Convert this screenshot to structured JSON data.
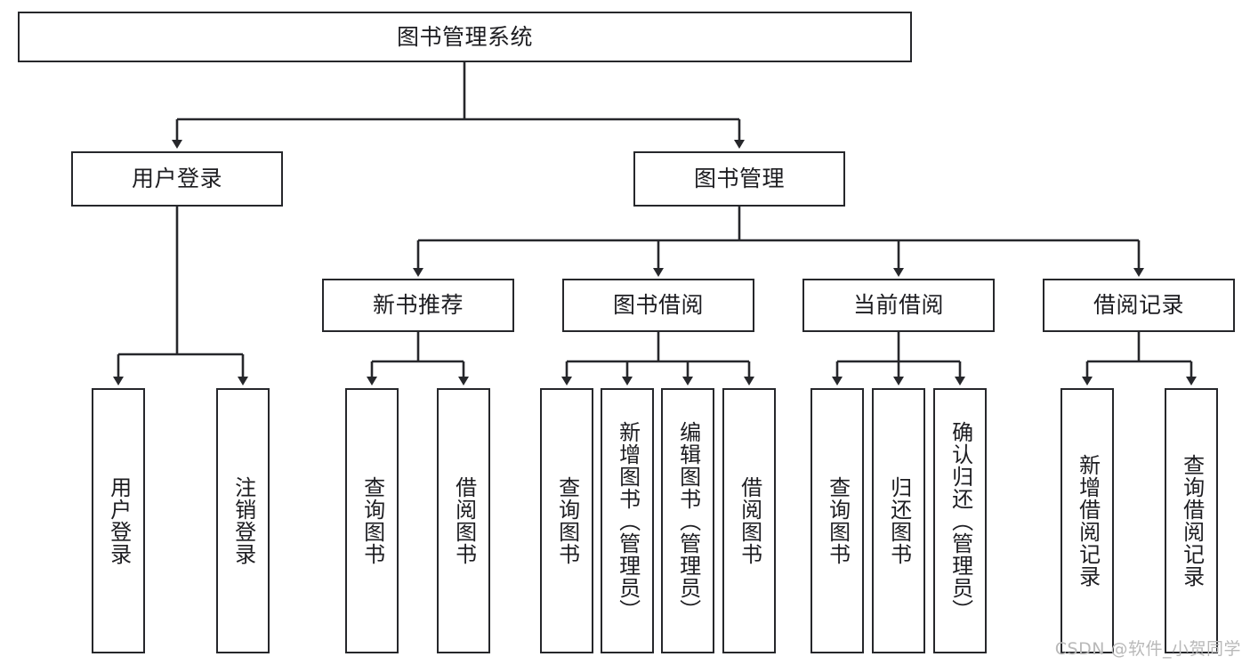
{
  "diagram": {
    "title": "图书管理系统",
    "watermark": "CSDN @软件_小贺同学",
    "colors": {
      "box_border": "#26272b",
      "box_fill": "#ffffff",
      "line": "#26272b",
      "text": "#1d1d21",
      "watermark": "#b9b9b9",
      "background": "#ffffff"
    },
    "root": {
      "label": "图书管理系统"
    },
    "level1": [
      {
        "label": "用户登录"
      },
      {
        "label": "图书管理"
      }
    ],
    "level2": [
      {
        "label": "新书推荐"
      },
      {
        "label": "图书借阅"
      },
      {
        "label": "当前借阅"
      },
      {
        "label": "借阅记录"
      }
    ],
    "leaves": {
      "user_login": [
        {
          "label": "用户登录"
        },
        {
          "label": "注销登录"
        }
      ],
      "new_book_recommend": [
        {
          "label": "查询图书"
        },
        {
          "label": "借阅图书"
        }
      ],
      "book_borrow": [
        {
          "label": "查询图书"
        },
        {
          "label": "新增图书（管理员）"
        },
        {
          "label": "编辑图书（管理员）"
        },
        {
          "label": "借阅图书"
        }
      ],
      "current_borrow": [
        {
          "label": "查询图书"
        },
        {
          "label": "归还图书"
        },
        {
          "label": "确认归还（管理员）"
        }
      ],
      "borrow_record": [
        {
          "label": "新增借阅记录"
        },
        {
          "label": "查询借阅记录"
        }
      ]
    }
  }
}
